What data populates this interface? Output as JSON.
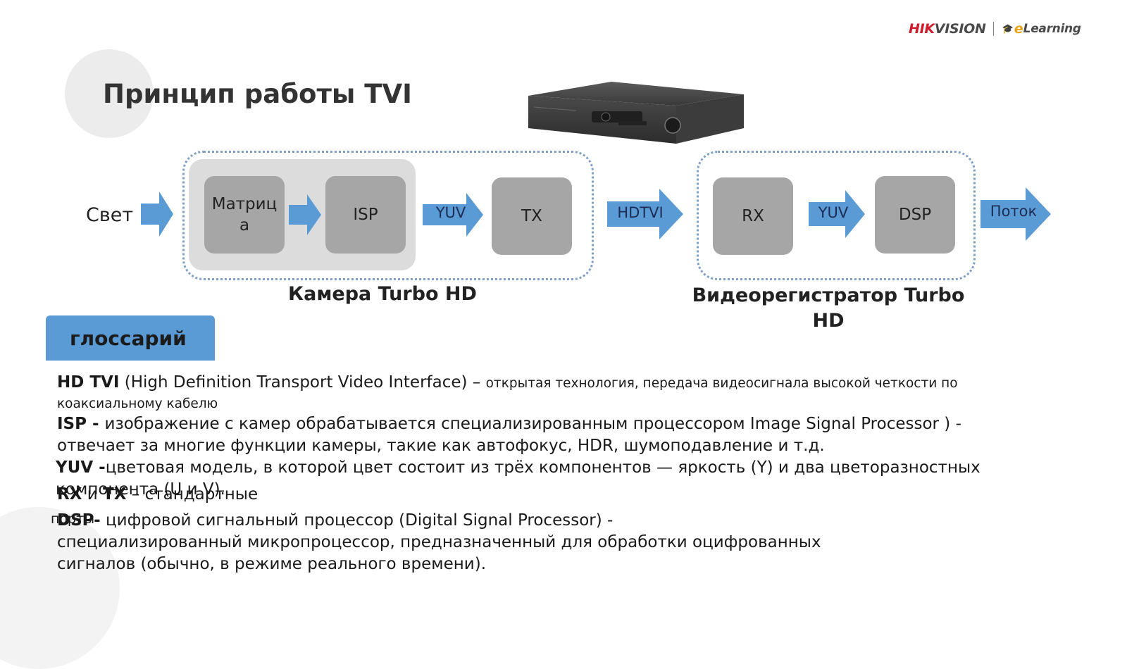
{
  "logo": {
    "brand_red": "HIK",
    "brand_dark": "VISION",
    "e_letter": "e",
    "learning": "Learning"
  },
  "title": "Принцип работы TVI",
  "diagram": {
    "input_label": "Свет",
    "blocks": {
      "matrix": "Матрица",
      "isp": "ISP",
      "tx": "TX",
      "rx": "RX",
      "dsp": "DSP"
    },
    "arrows": {
      "yuv1": "YUV",
      "hdtvi": "HDTVI",
      "yuv2": "YUV",
      "output": "Поток"
    },
    "camera_caption": "Камера Turbo HD",
    "dvr_caption_line1": "Видеорегистратор Turbo",
    "dvr_caption_line2": "HD"
  },
  "colors": {
    "arrow_blue": "#5b9bd5",
    "block_gray": "#a6a6a6",
    "panel_gray": "#dcdcdc",
    "dotted_border": "#7f9fc6",
    "brand_red": "#d11a2a"
  },
  "glossary": {
    "tab_label": "глоссарий",
    "hdtvi_term": "HD TVI",
    "hdtvi_expansion": " (High Definition Transport Video Interface) – ",
    "hdtvi_desc": "открытая технология, передача видеосигнала высокой    четкости по",
    "hdtvi_desc2": "коаксиальному кабелю",
    "isp_term": "ISP - ",
    "isp_desc": "изображение с камер обрабатывается специализированным процессором Image Signal Processor ) -",
    "isp_desc2": "отвечает за многие функции камеры, такие как автофокус, HDR, шумоподавление и т.д.",
    "yuv_term": "YUV -",
    "yuv_desc": "цветовая модель, в которой цвет состоит из трёх компонентов — яркость (Y) и два цветоразностных",
    "yuv_desc2": "компонента (U и V).",
    "rxtx_term1": "RX",
    "rxtx_and": " и ",
    "rxtx_term2": "TX",
    "rxtx_desc": " – стандартные",
    "rxtx_desc2": "порты",
    "dsp_term": "DSP-",
    "dsp_desc": " цифровой сигнальный процессор (Digital Signal Processor) -",
    "dsp_desc2": "специализированный микропроцессор, предназначенный для обработки оцифрованных",
    "dsp_desc3": "сигналов (обычно, в режиме реального времени)."
  }
}
